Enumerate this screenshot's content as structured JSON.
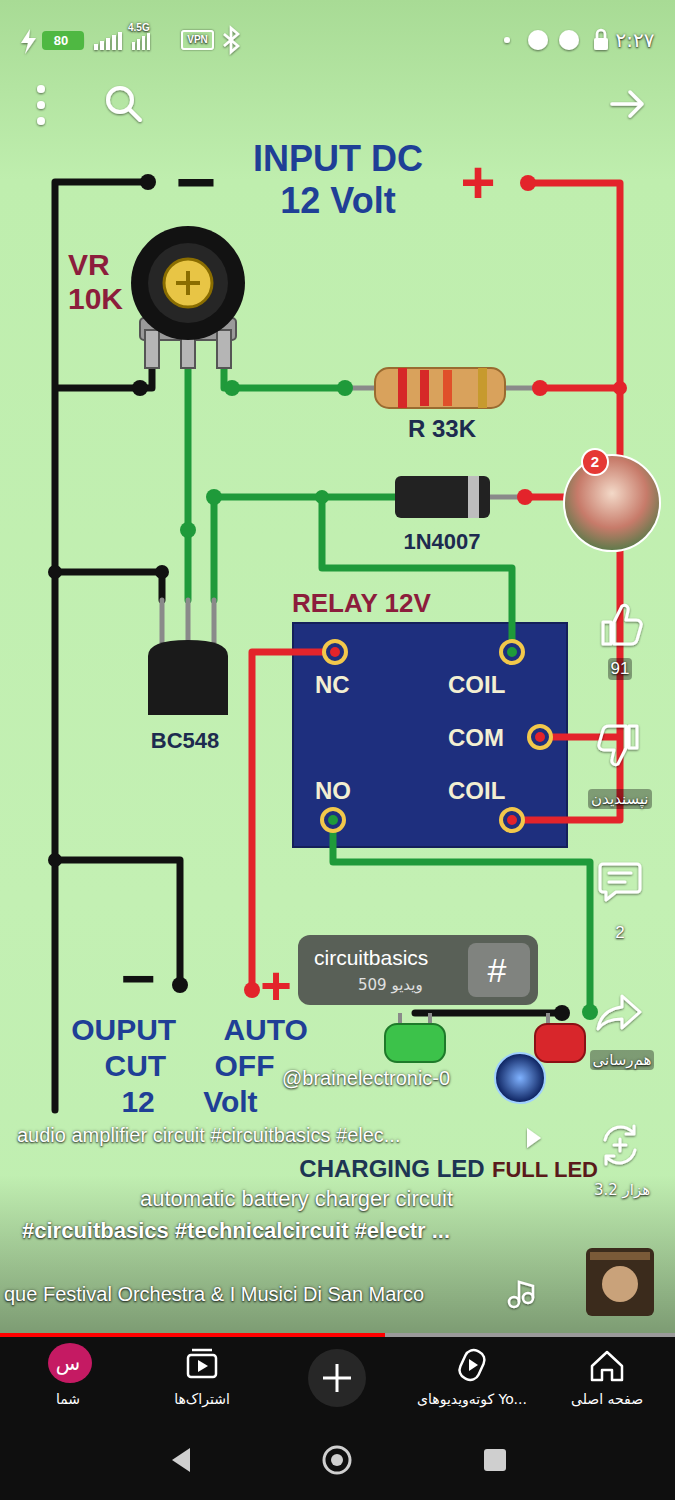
{
  "diagram": {
    "nodes": [
      {
        "text": [
          "80"
        ]
      },
      {
        "text": [
          "VPN"
        ]
      },
      {
        "text": [
          "RELAY 12V",
          "NC",
          "COIL",
          "COM",
          "NO",
          "COIL"
        ]
      },
      {
        "text": [
          "2"
        ]
      },
      {
        "text": [
          "circuitbasics",
          "509 ویدیو"
        ]
      },
      {
        "text": [
          "#"
        ],
        "in": 4
      },
      {
        "text": [
          "س"
        ]
      }
    ],
    "labels": [
      "4.5G",
      "۲:۲۷",
      "−",
      "INPUT DC 12 Volt",
      "+",
      "VR 10K",
      "R 33K",
      "1N4007",
      "BC548",
      "91",
      "نپسندیدن",
      "2",
      "−",
      "+",
      "OUPUT AUTO CUT OFF 12 Volt",
      "هم‌رسانی",
      "@brainelectronic-0",
      "audio amplifier circuit #circuitbasics #elec...",
      "CHARGING LED",
      "FULL LED",
      "3.2 هزار",
      "automatic battery charger circuit",
      "#circuitbasics #technicalcircuit #electr ...",
      "que Festival Orchestra & I Musici Di San Marco",
      "شما",
      "اشتراک‌ها",
      "کوته‌ویدیوهای Yo...",
      "صفحه اصلی"
    ]
  }
}
